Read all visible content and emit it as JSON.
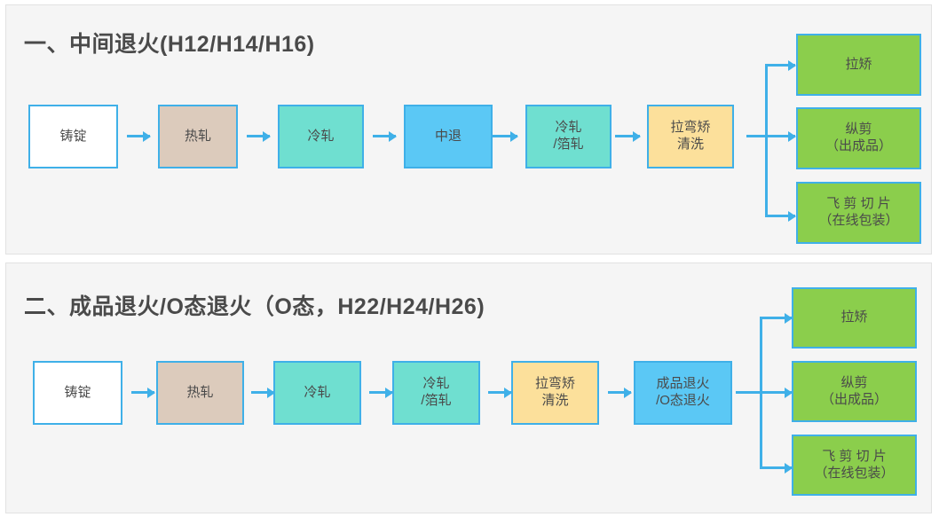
{
  "page": {
    "background": "#ffffff",
    "accent_blue": "#3fb0e8",
    "panel_background": "#f5f5f5",
    "text_color": "#4a4a4a"
  },
  "panels": [
    {
      "title": "一、中间退火(H12/H14/H16)",
      "nodes": [
        {
          "id": "ingot",
          "label": "铸锭",
          "color": "#ffffff"
        },
        {
          "id": "hot-roll",
          "label": "热轧",
          "color": "#dccbbc"
        },
        {
          "id": "cold-roll",
          "label": "冷轧",
          "color": "#6fdfd0"
        },
        {
          "id": "mid-anneal",
          "label": "中退",
          "color": "#5bc8f5"
        },
        {
          "id": "foil-roll",
          "label": "冷轧\n/箔轧",
          "color": "#6fdfd0"
        },
        {
          "id": "tension-level-clean",
          "label": "拉弯矫\n清洗",
          "color": "#fce09b"
        }
      ],
      "outputs": [
        {
          "id": "straighten",
          "label": "拉矫",
          "color": "#8bce4c"
        },
        {
          "id": "slitting",
          "label": "纵剪\n（出成品）",
          "color": "#8bce4c"
        },
        {
          "id": "flying-shear",
          "label": "飞 剪 切 片\n（在线包装）",
          "color": "#8bce4c"
        }
      ]
    },
    {
      "title": "二、成品退火/O态退火（O态，H22/H24/H26)",
      "nodes": [
        {
          "id": "ingot",
          "label": "铸锭",
          "color": "#ffffff"
        },
        {
          "id": "hot-roll",
          "label": "热轧",
          "color": "#dccbbc"
        },
        {
          "id": "cold-roll",
          "label": "冷轧",
          "color": "#6fdfd0"
        },
        {
          "id": "foil-roll",
          "label": "冷轧\n/箔轧",
          "color": "#6fdfd0"
        },
        {
          "id": "tension-level-clean",
          "label": "拉弯矫\n清洗",
          "color": "#fce09b"
        },
        {
          "id": "final-anneal",
          "label": "成品退火\n/O态退火",
          "color": "#5bc8f5"
        }
      ],
      "outputs": [
        {
          "id": "straighten",
          "label": "拉矫",
          "color": "#8bce4c"
        },
        {
          "id": "slitting",
          "label": "纵剪\n（出成品）",
          "color": "#8bce4c"
        },
        {
          "id": "flying-shear",
          "label": "飞 剪 切 片\n（在线包装）",
          "color": "#8bce4c"
        }
      ]
    }
  ]
}
